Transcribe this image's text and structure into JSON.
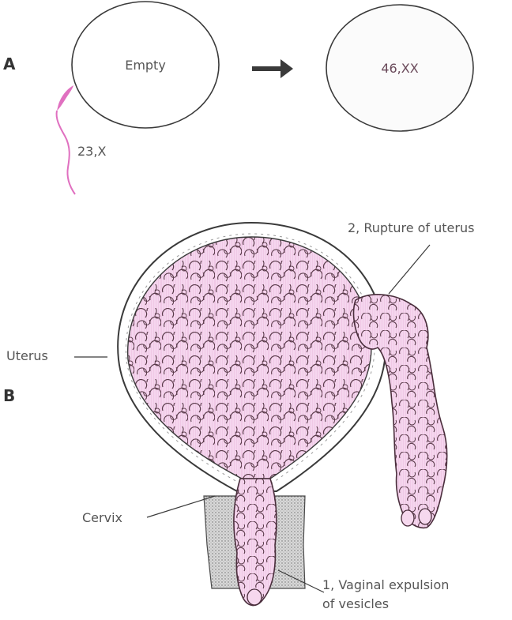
{
  "figure": {
    "panel_a": {
      "letter": "A",
      "ovum_empty_label": "Empty",
      "sperm_label": "23,X",
      "arrow": "right-arrow",
      "result_label": "46,XX"
    },
    "panel_b": {
      "letter": "B",
      "labels": {
        "uterus": "Uterus",
        "cervix": "Cervix",
        "rupture": "2, Rupture of uterus",
        "expulsion_line1": "1, Vaginal expulsion",
        "expulsion_line2": "of vesicles"
      }
    },
    "colors": {
      "outline": "#3a3a3a",
      "label_text": "#555555",
      "karyotype_text": "#6a4a5a",
      "sperm": "#e070c0",
      "vesicle_fill": "#f6d8ee",
      "vesicle_outline": "#5a3a4a",
      "cervix_stipple": "#9a9a9a"
    }
  }
}
